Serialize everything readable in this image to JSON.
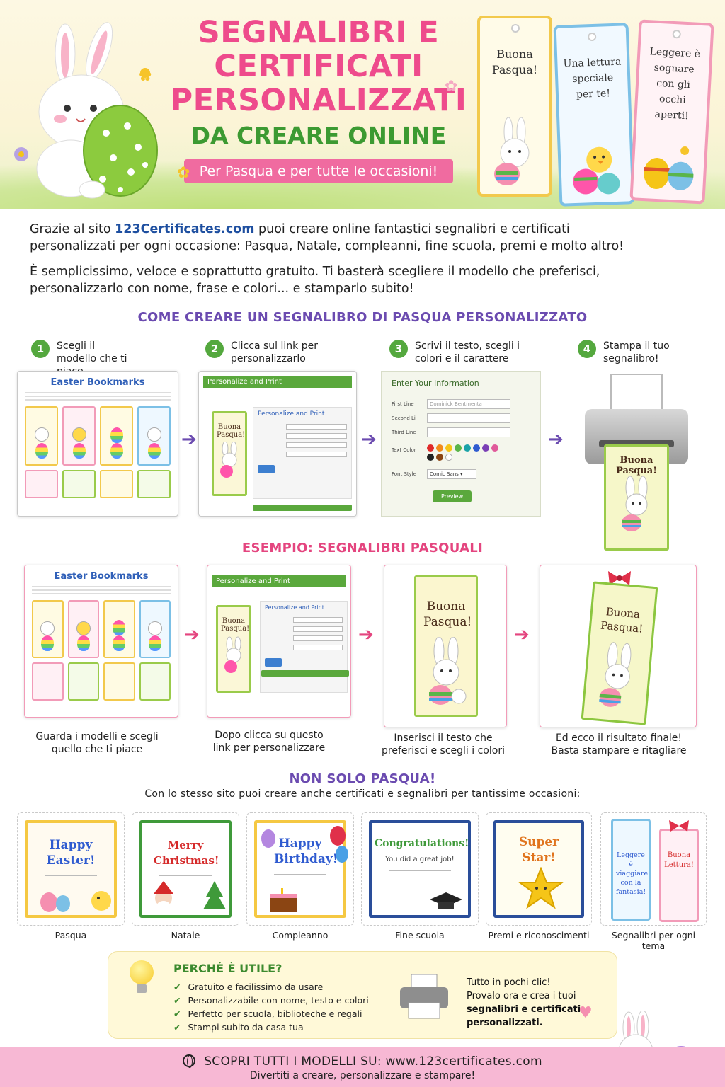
{
  "header": {
    "title_lines": [
      "SEGNALIBRI E",
      "CERTIFICATI",
      "PERSONALIZZATI"
    ],
    "subtitle": "DA CREARE ONLINE",
    "ribbon": "Per Pasqua e per tutte le occasioni!",
    "bookmarks": [
      {
        "text": "Buona Pasqua!",
        "border": "#f2c94c"
      },
      {
        "text": "Una lettura speciale per te!",
        "border": "#7cc0e6"
      },
      {
        "text": "Leggere è sognare con gli occhi aperti!",
        "border": "#f29bb8"
      }
    ]
  },
  "intro": {
    "p1_before": "Grazie al sito ",
    "p1_site": "123Certificates.com",
    "p1_after": " puoi creare online fantastici segnalibri e certificati personalizzati per ogni occasione: Pasqua, Natale, compleanni, fine scuola, premi e molto altro!",
    "p2": "È semplicissimo, veloce e soprattutto gratuito. Ti basterà scegliere il modello che preferisci, personalizzarlo con nome, frase e colori... e stamparlo subito!"
  },
  "how_to": {
    "heading": "COME CREARE UN SEGNALIBRO DI PASQUA PERSONALIZZATO",
    "steps": [
      {
        "num": "1",
        "label": "Scegli il modello che ti piace"
      },
      {
        "num": "2",
        "label": "Clicca sul link per personalizzarlo"
      },
      {
        "num": "3",
        "label": "Scrivi il testo, scegli i colori e il carattere"
      },
      {
        "num": "4",
        "label": "Stampa il tuo segnalibro!"
      }
    ],
    "gallery_title": "Easter Bookmarks",
    "personalize_title": "Personalize and Print",
    "bookmark_text": "Buona Pasqua!",
    "form": {
      "title": "Enter Your Information",
      "first_line": "First Line",
      "second_line": "Second Li",
      "third_line": "Third Line",
      "first_value": "Dominick Bentmenta",
      "text_color": "Text Color",
      "font_style": "Font Style",
      "font_value": "Comic Sans",
      "preview": "Preview"
    },
    "colors": [
      "#e02a2a",
      "#f28c1c",
      "#f5c518",
      "#5ab54a",
      "#1aa3a8",
      "#2f5bd0",
      "#7a3fb5",
      "#e05a9a",
      "#222222",
      "#8b4513",
      "#ffffff"
    ]
  },
  "example": {
    "heading": "ESEMPIO: SEGNALIBRI PASQUALI",
    "captions": [
      "Guarda i modelli e scegli quello che ti piace",
      "Dopo clicca su questo link per personalizzare",
      "Inserisci il testo che preferisci e scegli i colori",
      "Ed ecco il risultato finale! Basta stampare e ritagliare"
    ]
  },
  "occasions": {
    "heading": "NON SOLO PASQUA!",
    "intro": "Con lo stesso sito puoi creare anche certificati e segnalibri per tantissime occasioni:",
    "items": [
      {
        "title": "Happy Easter!",
        "label": "Pasqua",
        "border": "#f5c842",
        "color": "#2f5bd0"
      },
      {
        "title": "Merry Christmas!",
        "label": "Natale",
        "border": "#3f9a3a",
        "color": "#d52a2a"
      },
      {
        "title": "Happy Birthday!",
        "label": "Compleanno",
        "border": "#f5c842",
        "color": "#2f5bd0"
      },
      {
        "title": "Congratulations!",
        "label": "Fine scuola",
        "border": "#2a4e9a",
        "color": "#3f9a3a",
        "sub": "You did a great job!"
      },
      {
        "title": "Super Star!",
        "label": "Premi e riconoscimenti",
        "border": "#2a4e9a",
        "color": "#e0731c"
      },
      {
        "title": "Leggere è viaggiare con la fantasia!",
        "title2": "Buona Lettura!",
        "label": "Segnalibri per ogni tema"
      }
    ]
  },
  "why": {
    "title": "PERCHÉ È UTILE?",
    "points": [
      "Gratuito e facilissimo da usare",
      "Personalizzabile con nome, testo e colori",
      "Perfetto per scuola, biblioteche e regali",
      "Stampi subito da casa tua"
    ],
    "cta_line1": "Tutto in pochi clic!",
    "cta_line2": "Provalo ora e crea i tuoi",
    "cta_bold": "segnalibri e certificati personalizzati."
  },
  "footer": {
    "main": "SCOPRI TUTTI I MODELLI SU:  www.123certificates.com",
    "sub": "Divertiti a creare, personalizzare e stampare!"
  }
}
